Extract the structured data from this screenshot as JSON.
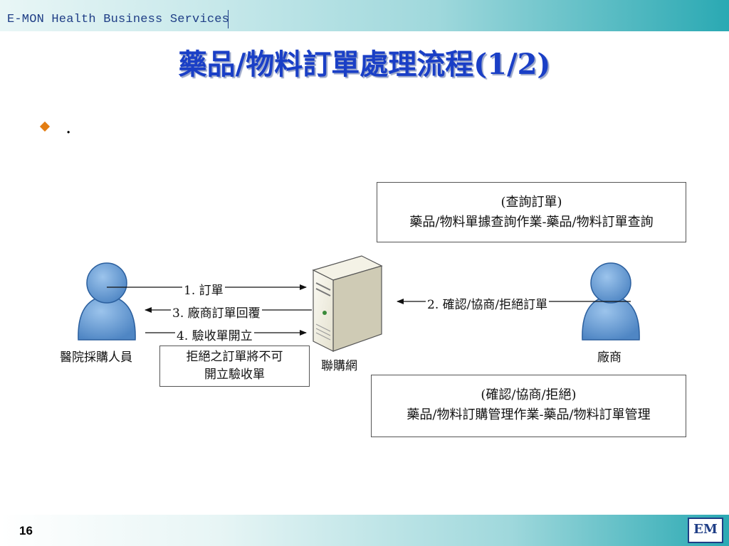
{
  "header": {
    "text": "E-MON Health Business Services"
  },
  "title": "藥品/物料訂單處理流程(1/2)",
  "bullet": {
    "text": "."
  },
  "diagram": {
    "query_box": {
      "line1": "(查詢訂單)",
      "line2": "藥品/物料單據查詢作業-藥品/物料訂單查詢"
    },
    "confirm_box": {
      "line1": "(確認/協商/拒絕)",
      "line2": "藥品/物料訂購管理作業-藥品/物料訂單管理"
    },
    "reject_box": {
      "line1": "拒絕之訂單將不可",
      "line2": "開立驗收單"
    },
    "actors": {
      "hospital": "醫院採購人員",
      "server": "聯購網",
      "vendor": "廠商"
    },
    "arrows": {
      "a1": "1. 訂單",
      "a2": "2. 確認/協商/拒絕訂單",
      "a3": "3. 廠商訂單回覆",
      "a4": "4. 驗收單開立"
    }
  },
  "footer": {
    "page": "16",
    "logo": "EM"
  },
  "colors": {
    "title": "#1a3fc6",
    "person": "#5b94d0",
    "bullet": "#e37d12",
    "header_text": "#1f3e86"
  }
}
